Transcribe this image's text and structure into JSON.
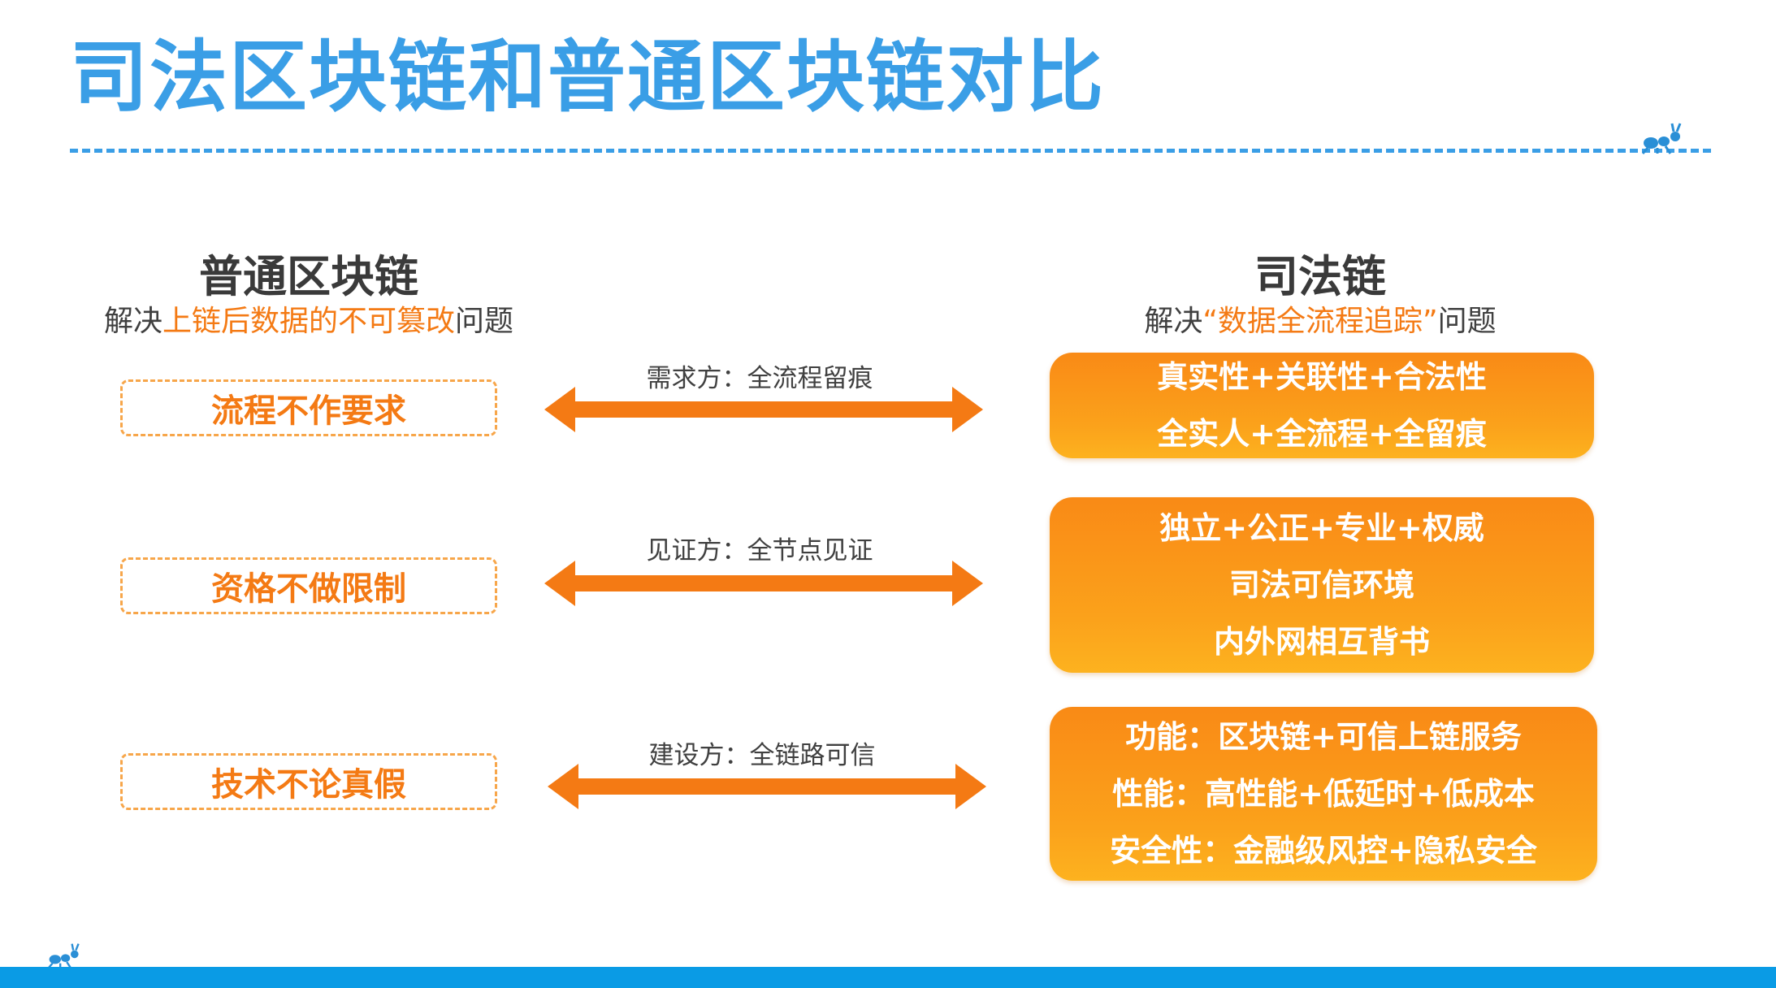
{
  "title": "司法区块链和普通区块链对比",
  "left_column": {
    "heading": "普通区块链",
    "subtitle_prefix": "解决",
    "subtitle_highlight": "上链后数据的不可篡改",
    "subtitle_suffix": "问题",
    "items": [
      "流程不作要求",
      "资格不做限制",
      "技术不论真假"
    ]
  },
  "right_column": {
    "heading": "司法链",
    "subtitle_prefix": "解决",
    "subtitle_highlight": "“数据全流程追踪”",
    "subtitle_suffix": "问题",
    "boxes": [
      {
        "lines": [
          "真实性+关联性+合法性",
          "全实人+全流程+全留痕"
        ]
      },
      {
        "lines": [
          "独立+公正+专业+权威",
          "司法可信环境",
          "内外网相互背书"
        ]
      },
      {
        "lines": [
          "功能：区块链+可信上链服务",
          "性能：高性能+低延时+低成本",
          "安全性：金融级风控+隐私安全"
        ]
      }
    ]
  },
  "arrows": [
    {
      "label": "需求方：全流程留痕"
    },
    {
      "label": "见证方：全节点见证"
    },
    {
      "label": "建设方：全链路可信"
    }
  ],
  "colors": {
    "title_blue": "#3a9ee6",
    "accent_orange": "#f47a14",
    "bar_blue": "#0a9be5"
  },
  "icons": [
    "ant-logo-icon",
    "double-arrow-icon"
  ]
}
